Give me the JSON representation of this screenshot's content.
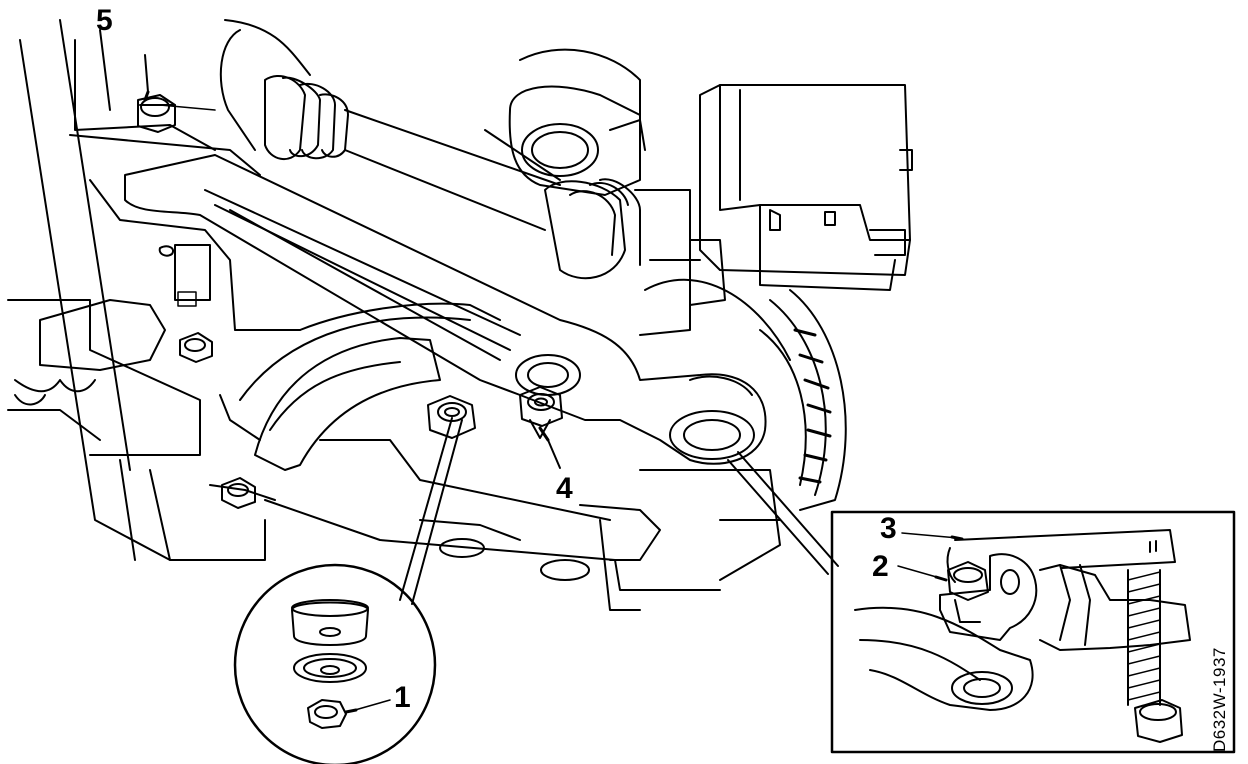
{
  "figure": {
    "callouts": {
      "c1": "1",
      "c2": "2",
      "c3": "3",
      "c4": "4",
      "c5": "5"
    },
    "drawing_code": "D632W-1937"
  },
  "colors": {
    "ink": "#000000",
    "paper": "#ffffff"
  }
}
